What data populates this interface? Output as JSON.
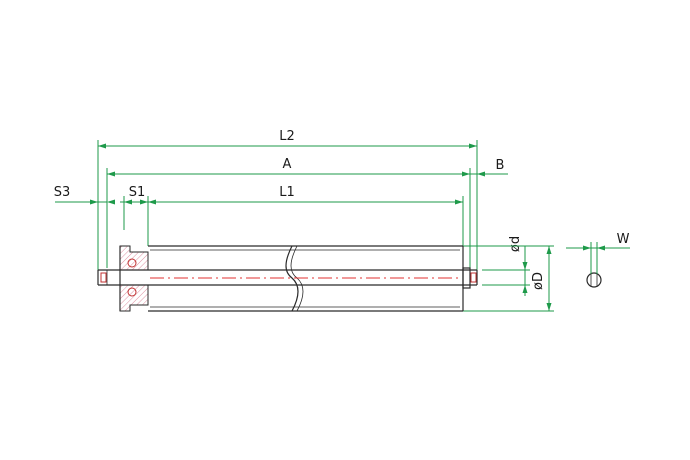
{
  "diagram": {
    "labels": {
      "l2": "L2",
      "a": "A",
      "b": "B",
      "l1": "L1",
      "s3": "S3",
      "s1": "S1",
      "phi_d": "ød",
      "phi_D": "øD",
      "w": "W"
    },
    "colors": {
      "dimension": "#1e9a4a",
      "outline": "#2a2a2a",
      "centerline": "#e03030",
      "section_hatch": "#d0607a"
    }
  }
}
